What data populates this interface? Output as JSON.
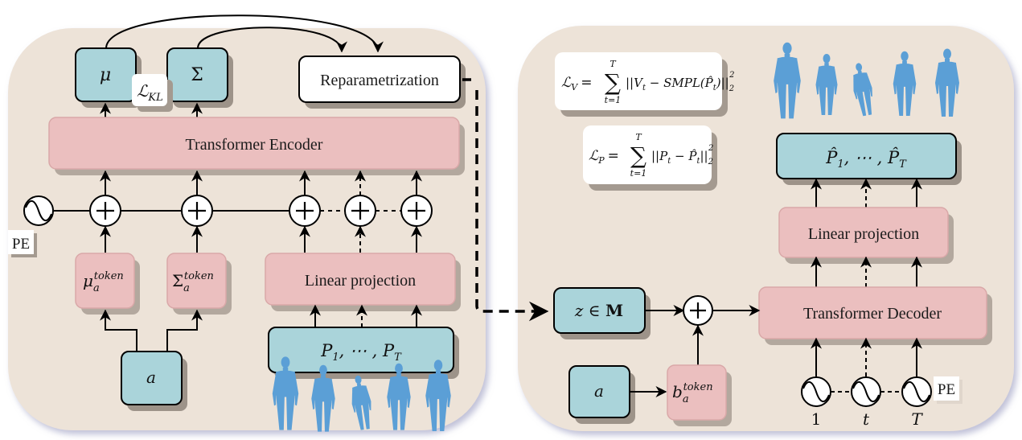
{
  "colors": {
    "panel": "#ede3d8",
    "blue_box": "#aad4da",
    "pink_box": "#ebbfbf",
    "white_box": "#ffffff",
    "shadow": "#b8ada3",
    "body_mesh": "#5b9fd6"
  },
  "encoder": {
    "mu": "μ",
    "sigma": "Σ",
    "kl_loss": {
      "main": "ℒ",
      "sub": "KL"
    },
    "reparam": "Reparametrization",
    "transformer_encoder": "Transformer Encoder",
    "pe": "PE",
    "mu_token": {
      "base": "μ",
      "sub": "a",
      "sup": "token"
    },
    "sigma_token": {
      "base": "Σ",
      "sub": "a",
      "sup": "token"
    },
    "linear_projection": "Linear projection",
    "action": "a",
    "poses": {
      "p1": "P",
      "p1_sub": "1",
      "sep": ", ⋯ , ",
      "pt": "P",
      "pt_sub": "T"
    },
    "body_count": 5
  },
  "decoder": {
    "loss_v": {
      "lhs": "ℒ",
      "lhs_sub": "V",
      "eq": "=",
      "sum_top": "T",
      "sum_bot": "t=1",
      "body": "||V",
      "body_sub": "t",
      "minus": " − SMPL(",
      "phat": "P̂",
      "phat_sub": "t",
      "close": ")||",
      "norm_sub": "2",
      "norm_sup": "2"
    },
    "loss_p": {
      "lhs": "ℒ",
      "lhs_sub": "P",
      "eq": "=",
      "sum_top": "T",
      "sum_bot": "t=1",
      "body": "||P",
      "body_sub": "t",
      "minus": " − ",
      "phat": "P̂",
      "phat_sub": "t",
      "close": "||",
      "norm_sub": "2",
      "norm_sup": "2"
    },
    "output_poses": {
      "p1": "P̂",
      "p1_sub": "1",
      "sep": ", ⋯ , ",
      "pt": "P̂",
      "pt_sub": "T"
    },
    "linear_projection": "Linear projection",
    "transformer_decoder": "Transformer Decoder",
    "latent": {
      "z": "z",
      "in": " ∈ ",
      "M": "M"
    },
    "action": "a",
    "bias_token": {
      "base": "b",
      "sub": "a",
      "sup": "token"
    },
    "pe": "PE",
    "time_labels": [
      "1",
      "t",
      "T"
    ],
    "body_count": 5
  }
}
